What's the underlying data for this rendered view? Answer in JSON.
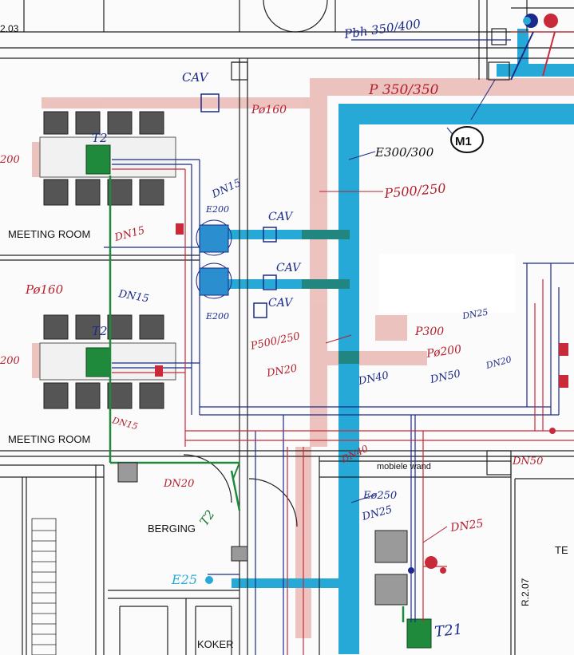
{
  "drawing": {
    "room_meeting_1": "MEETING ROOM",
    "room_meeting_2": "MEETING ROOM",
    "room_berging": "BERGING",
    "room_koker": "KOKER",
    "room_ref_top": "2.03",
    "room_ref_side": "R.2.07",
    "room_te": "TE",
    "wall_label": "mobiele wand",
    "fire_marker": "M1"
  },
  "annotations": {
    "duct_p350_400": "Pbh 350/400",
    "duct_p350_350": "P 350/350",
    "duct_e300_300": "E300/300",
    "duct_p500_250": "P500/250",
    "duct_p500_250b": "P500/250",
    "duct_pd160_top": "Pø160",
    "duct_pd160_left": "Pø160",
    "duct_p300": "P300",
    "duct_pd200": "Pø200",
    "duct_ed250": "Eø250",
    "pipe_dn15_a": "DN15",
    "pipe_dn15_b": "DN15",
    "pipe_dn15_c": "DN15",
    "pipe_dn15_d": "DN15",
    "pipe_dn20_a": "DN20",
    "pipe_dn20_b": "DN20",
    "pipe_dn40": "DN40",
    "pipe_dn40b": "DN40",
    "pipe_dn50_a": "DN50",
    "pipe_dn50_b": "DN50",
    "pipe_dn25_a": "DN25",
    "pipe_dn25_b": "DN25",
    "pipe_dn20_c": "DN20",
    "pipe_dn25_c": "DN25",
    "cav_1": "CAV",
    "cav_2": "CAV",
    "cav_3": "CAV",
    "cav_4": "CAV",
    "e200_a": "E200",
    "e200_b": "E200",
    "e25": "E25",
    "t21": "T21",
    "t2_a": "T2",
    "t2_b": "T2",
    "t2_c": "T2",
    "rt_200_a": "200",
    "rt_200_b": "200"
  },
  "colors": {
    "red_markup": "#b3202e",
    "blue_markup": "#1b2a8a",
    "cyan_duct": "#27a9d8",
    "pink_duct": "#e9b9b3",
    "green_unit": "#1f8a3c"
  }
}
